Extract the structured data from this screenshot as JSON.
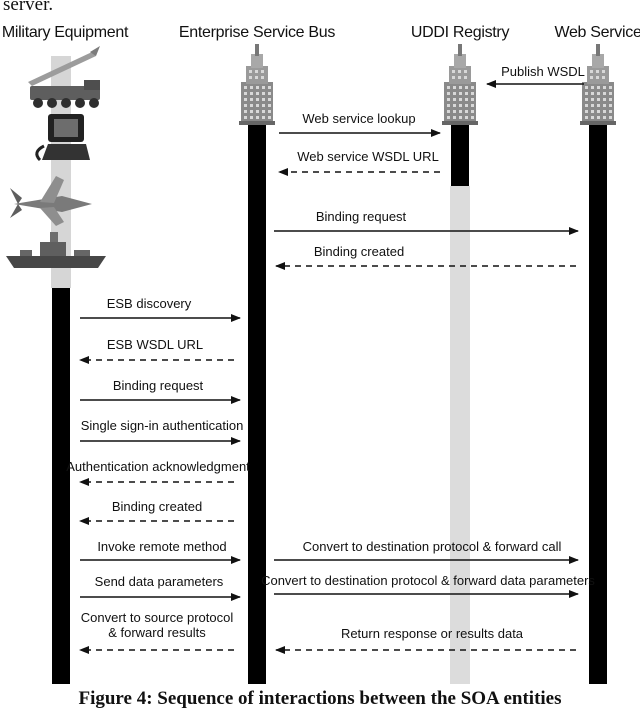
{
  "lead_text": "server.",
  "participants": [
    {
      "id": "military",
      "label": "Military Equipment"
    },
    {
      "id": "esb",
      "label": "Enterprise Service Bus"
    },
    {
      "id": "uddi",
      "label": "UDDI Registry"
    },
    {
      "id": "ws",
      "label": "Web Service"
    }
  ],
  "messages": [
    {
      "from": "ws",
      "to": "uddi",
      "lines": [
        "Publish WSDL"
      ],
      "style": "solid"
    },
    {
      "from": "esb",
      "to": "uddi",
      "lines": [
        "Web service lookup"
      ],
      "style": "solid"
    },
    {
      "from": "uddi",
      "to": "esb",
      "lines": [
        "Web service WSDL URL"
      ],
      "style": "dashed"
    },
    {
      "from": "esb",
      "to": "ws",
      "lines": [
        "Binding request"
      ],
      "style": "solid"
    },
    {
      "from": "ws",
      "to": "esb",
      "lines": [
        "Binding created"
      ],
      "style": "dashed"
    },
    {
      "from": "military",
      "to": "esb",
      "lines": [
        "ESB discovery"
      ],
      "style": "solid"
    },
    {
      "from": "esb",
      "to": "military",
      "lines": [
        "ESB WSDL URL"
      ],
      "style": "dashed"
    },
    {
      "from": "military",
      "to": "esb",
      "lines": [
        "Binding request"
      ],
      "style": "solid"
    },
    {
      "from": "military",
      "to": "esb",
      "lines": [
        "Single sign-in authentication"
      ],
      "style": "solid"
    },
    {
      "from": "esb",
      "to": "military",
      "lines": [
        "Authentication acknowledgment"
      ],
      "style": "dashed"
    },
    {
      "from": "esb",
      "to": "military",
      "lines": [
        "Binding created"
      ],
      "style": "dashed"
    },
    {
      "from": "military",
      "to": "esb",
      "lines": [
        "Invoke remote method"
      ],
      "style": "solid"
    },
    {
      "from": "esb",
      "to": "ws",
      "lines": [
        "Convert to destination protocol & forward call"
      ],
      "style": "solid"
    },
    {
      "from": "military",
      "to": "esb",
      "lines": [
        "Send data parameters"
      ],
      "style": "solid"
    },
    {
      "from": "esb",
      "to": "ws",
      "lines": [
        "Convert to destination protocol & forward data parameters"
      ],
      "style": "solid"
    },
    {
      "from": "esb",
      "to": "military",
      "lines": [
        "Convert to source protocol",
        "& forward results"
      ],
      "style": "dashed"
    },
    {
      "from": "ws",
      "to": "esb",
      "lines": [
        "Return response or results data"
      ],
      "style": "dashed"
    }
  ],
  "equipment_icons": [
    "missile-launcher-icon",
    "rugged-laptop-icon",
    "fighter-jet-icon",
    "warship-icon"
  ],
  "server_icon": "skyscraper-icon",
  "caption": "Figure 4: Sequence of interactions between the SOA entities"
}
